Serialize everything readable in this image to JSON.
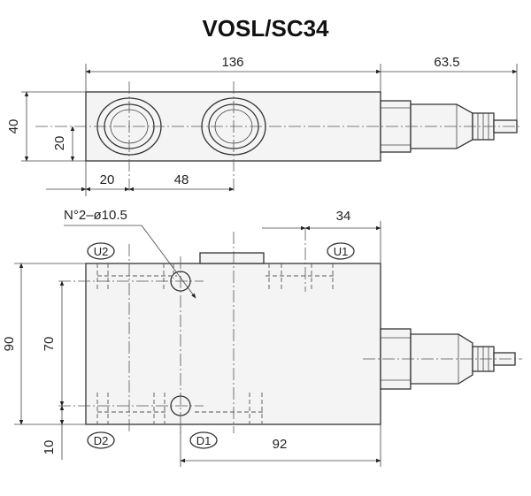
{
  "title": "VOSL/SC34",
  "dimensions": {
    "top_length": "136",
    "fitting_length": "63.5",
    "height": "40",
    "half_height": "20",
    "port_offset": "20",
    "port_spacing": "48",
    "hole_spec": "N°2–ø10.5",
    "front_offset": "34",
    "front_height": "90",
    "hole_spacing": "70",
    "bottom_offset": "10",
    "bottom_length": "92"
  },
  "ports": {
    "u2": "U2",
    "u1": "U1",
    "d2": "D2",
    "d1": "D1"
  }
}
